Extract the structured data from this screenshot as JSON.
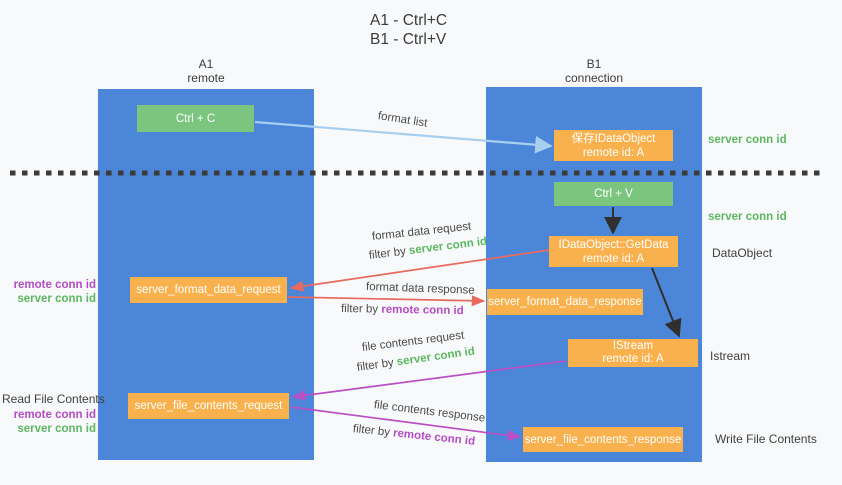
{
  "title": {
    "line1": "A1 - Ctrl+C",
    "line2": "B1 - Ctrl+V"
  },
  "lanes": {
    "a1": {
      "name": "A1",
      "role": "remote"
    },
    "b1": {
      "name": "B1",
      "role": "connection"
    }
  },
  "nodes": {
    "ctrl_c": {
      "label": "Ctrl + C"
    },
    "save_idataobject": {
      "line1": "保存IDataObject",
      "line2": "remote id: A"
    },
    "ctrl_v": {
      "label": "Ctrl + V"
    },
    "getdata": {
      "line1": "IDataObject::GetData",
      "line2": "remote id: A"
    },
    "format_request": {
      "label": "server_format_data_request"
    },
    "format_response": {
      "label": "server_format_data_response"
    },
    "istream": {
      "line1": "IStream",
      "line2": "remote id: A"
    },
    "file_request": {
      "label": "server_file_contents_request"
    },
    "file_response": {
      "label": "server_file_contents_response"
    }
  },
  "annotations": {
    "right": {
      "server_conn_id_top": "server conn id",
      "server_conn_id_mid": "server conn id",
      "dataobject": "DataObject",
      "istream": "Istream",
      "write_file_contents": "Write File Contents"
    },
    "left": {
      "remote_conn_id_top": "remote conn id",
      "server_conn_id_top": "server conn id",
      "read_file_contents": "Read File Contents",
      "remote_conn_id_bottom": "remote conn id",
      "server_conn_id_bottom": "server conn id"
    }
  },
  "flow_labels": {
    "format_list": "format list",
    "format_data_request": "format data request",
    "format_data_response": "format data response",
    "file_contents_request": "file contents request",
    "file_contents_response": "file contents response",
    "filter_by": "filter by",
    "server_conn_id": "server conn id",
    "remote_conn_id": "remote conn id"
  },
  "colors": {
    "lane_blue": "#4c86d8",
    "node_green": "#7cc57f",
    "node_orange": "#f9b14d",
    "arrow_light_blue": "#a8cff0",
    "arrow_black": "#2f2f2f",
    "arrow_red": "#e86a5f",
    "arrow_purple": "#b94fc5",
    "label_green": "#5cb860",
    "label_purple": "#b44cc4"
  }
}
